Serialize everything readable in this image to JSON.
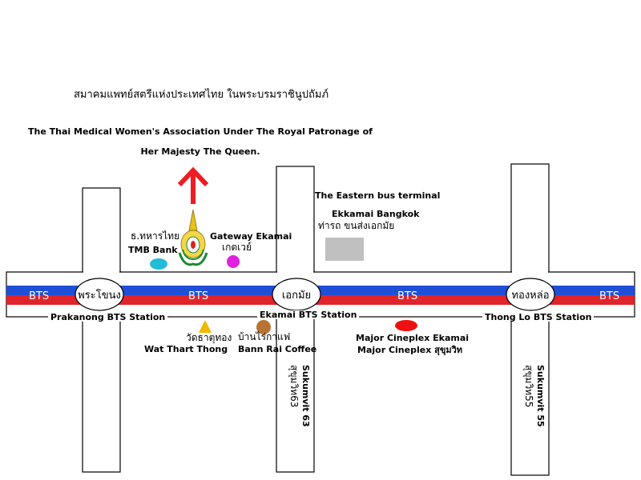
{
  "title": {
    "thai": "สมาคมแพทย์สตรีแห่งประเทศไทย ในพระบรมราชินูปถัมภ์",
    "english": "The Thai Medical Women's Association Under The Royal Patronage of Her Majesty The Queen."
  },
  "stations": [
    {
      "name": "พระโขนง",
      "label": "Prakanong BTS Station"
    },
    {
      "name": "เอกมัย",
      "label": "Ekamai BTS Station"
    },
    {
      "name": "ทองหล่อ",
      "label": "Thong Lo BTS Station"
    }
  ],
  "line": {
    "label": "BTS",
    "colors": {
      "blue": "#1f4fd6",
      "red": "#e0242b"
    }
  },
  "places": {
    "tmb_thai": "ธ.ทหารไทย",
    "tmb_en": "TMB Bank",
    "gateway_en": "Gateway Ekamai",
    "gateway_thai": "เกตเวย์",
    "bus_terminal": "The Eastern bus terminal",
    "bus_ekkamai": "Ekkamai Bangkok",
    "bus_thai": "ท่ารถ ขนส่งเอกมัย",
    "wat_thai": "วัดธาตุทอง",
    "wat_en": "Wat  Thart  Thong",
    "cafe_thai": "บ้านไร่กาแฟ",
    "cafe_en": "Bann Rai Coffee",
    "major_ekamai": "Major Cineplex Ekamai",
    "major_sukhumvit": "Major Cineplex สุขุมวิท"
  },
  "roads": {
    "soi63_en": "Sukumvit 63",
    "soi63_thai": "สุขุมวิท63",
    "soi55_en": "Sukumvit 55",
    "soi55_thai": "สุขุมวิท55"
  },
  "colors": {
    "arrow": "#ee1c24",
    "tmb_marker": "#22bcd8",
    "gateway_marker": "#e020e0",
    "wat_marker": "#f0b800",
    "cafe_marker": "#b87333",
    "major_marker": "#ee1111",
    "bus_block": "#c0c0c0"
  },
  "icons": [
    "north-arrow-icon",
    "association-emblem-icon"
  ]
}
